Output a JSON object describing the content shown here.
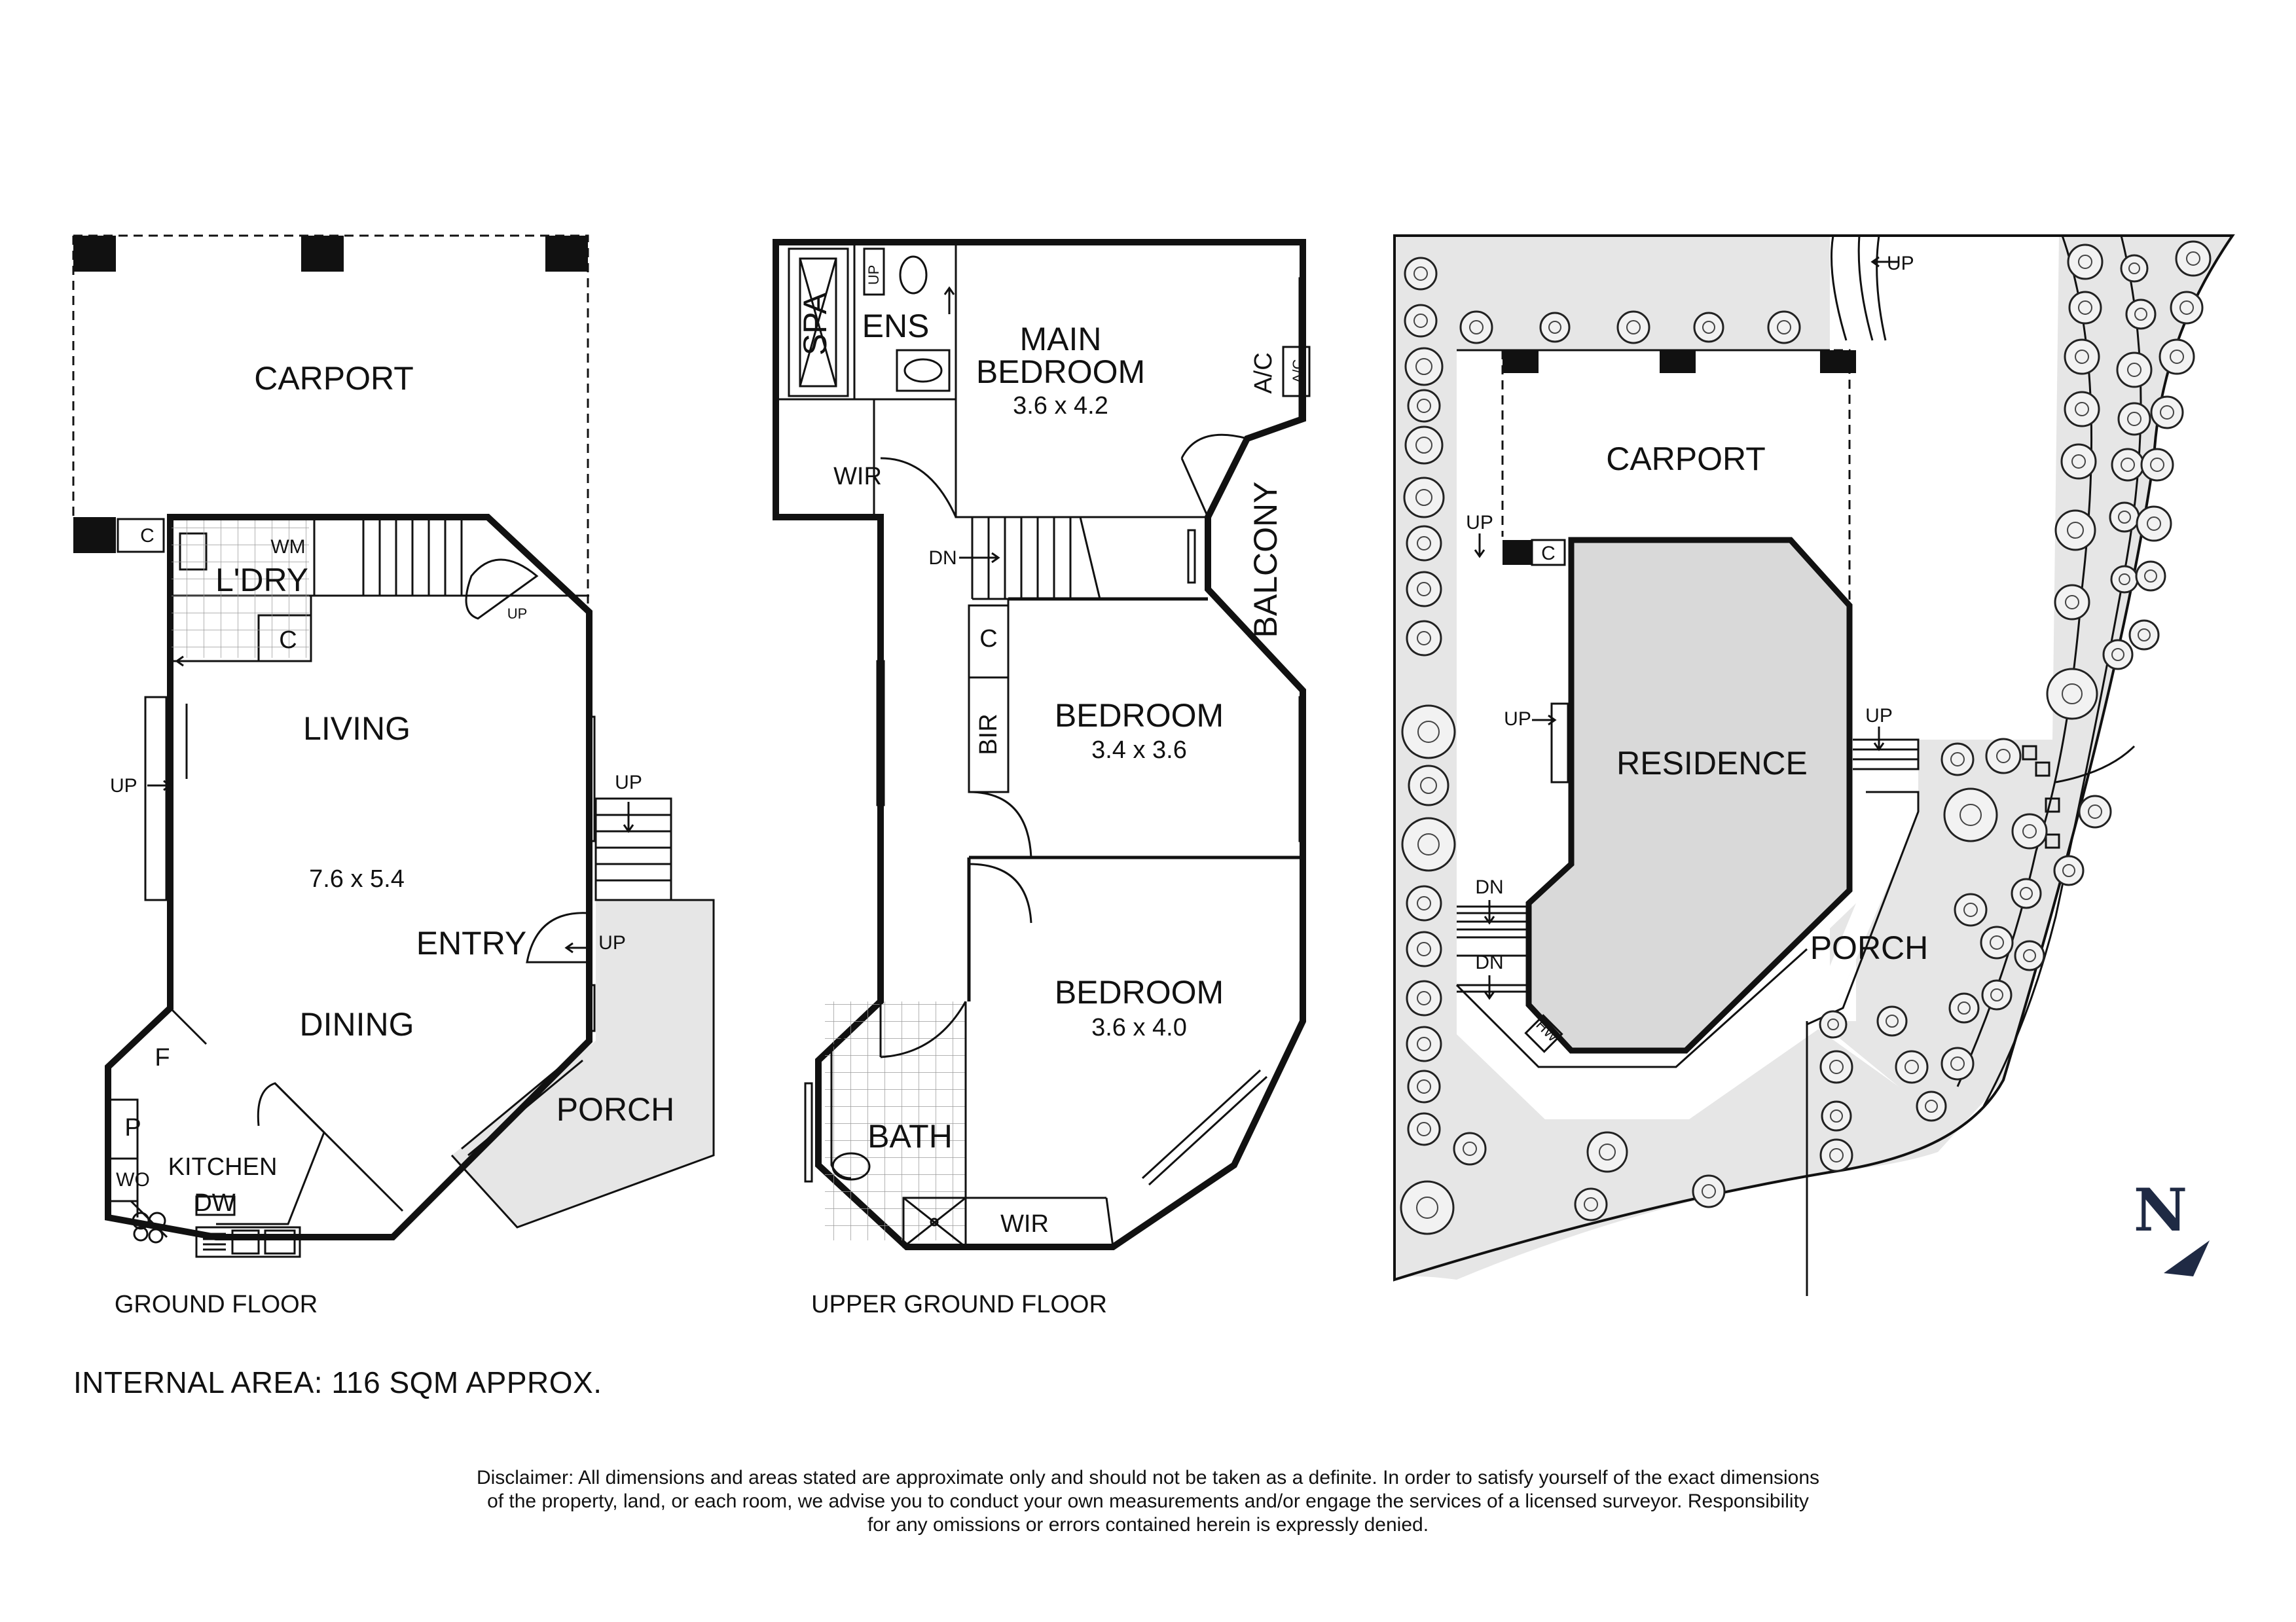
{
  "ground_floor": {
    "caption": "GROUND FLOOR",
    "rooms": {
      "carport": "CARPORT",
      "wm": "WM",
      "laundry": "L'DRY",
      "cupboard_c1": "C",
      "cupboard_c2": "C",
      "living": "LIVING",
      "living_dims": "7.6 x 5.4",
      "entry": "ENTRY",
      "dining": "DINING",
      "porch": "PORCH",
      "fridge": "F",
      "pantry": "P",
      "wall_oven": "WO",
      "kitchen": "KITCHEN",
      "dishwasher": "DW"
    },
    "markers": {
      "up_stairs": "UP",
      "up_left": "UP",
      "up_porch": "UP",
      "up_entry": "UP"
    }
  },
  "upper_ground_floor": {
    "caption": "UPPER GROUND FLOOR",
    "rooms": {
      "spa": "SPA",
      "ensuite": "ENS",
      "main_bedroom_line1": "MAIN",
      "main_bedroom_line2": "BEDROOM",
      "main_bedroom_dims": "3.6 x 4.2",
      "ac_left": "A/C",
      "ac_right": "A/C",
      "wir_top": "WIR",
      "balcony": "BALCONY",
      "cupboard_c": "C",
      "bir": "BIR",
      "bedroom2": "BEDROOM",
      "bedroom2_dims": "3.4 x 3.6",
      "bedroom3": "BEDROOM",
      "bedroom3_dims": "3.6 x 4.0",
      "bath": "BATH",
      "wir_bottom": "WIR"
    },
    "markers": {
      "dn_stairs": "DN",
      "up_ensuite": "UP"
    }
  },
  "site_plan": {
    "carport": "CARPORT",
    "residence": "RESIDENCE",
    "porch": "PORCH",
    "cupboard_c": "C",
    "hot_water": "HW",
    "markers": {
      "up_top": "UP",
      "up_carport": "UP",
      "up_side": "UP",
      "up_porch": "UP",
      "dn_1": "DN",
      "dn_2": "DN"
    },
    "north": "N"
  },
  "internal_area": "INTERNAL AREA: 116 SQM APPROX.",
  "disclaimer": [
    "Disclaimer: All dimensions and areas stated are approximate only and should not be taken as a definite. In order to satisfy yourself of the exact dimensions",
    "of the property, land, or each room, we advise you to conduct your own measurements and/or engage the services of a licensed surveyor. Responsibility",
    "for any omissions or errors contained herein is expressly denied."
  ],
  "colors": {
    "wall": "#111111",
    "paving": "#e6e6e6",
    "residence": "#d9d9d9"
  }
}
